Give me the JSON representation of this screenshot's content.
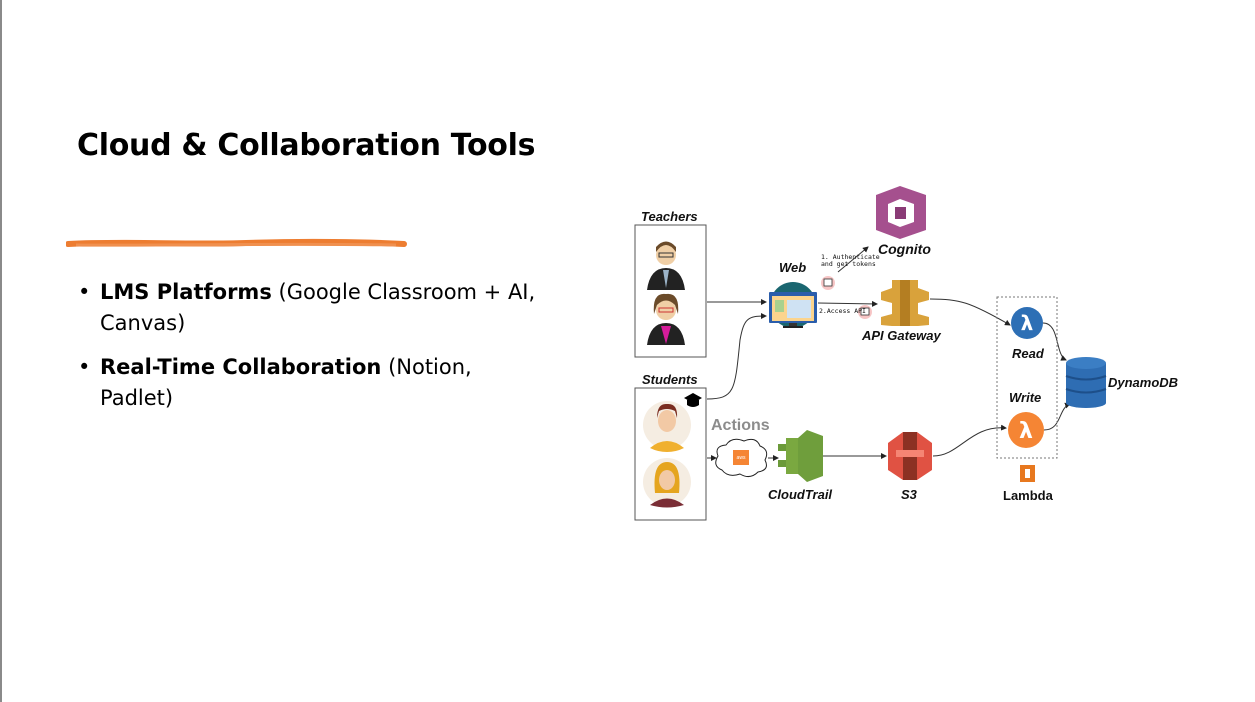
{
  "slide": {
    "title": "Cloud & Collaboration Tools",
    "accent_color": "#ed7d31",
    "bullets": [
      {
        "bold": "LMS Platforms",
        "rest": " (Google Classroom + AI, Canvas)"
      },
      {
        "bold": "Real-Time Collaboration",
        "rest": " (Notion, Padlet)"
      }
    ]
  },
  "diagram": {
    "teachers": "Teachers",
    "students": "Students",
    "web": "Web",
    "cognito": "Cognito",
    "auth_line1": "1. Authenticate",
    "auth_line2": "and get tokens",
    "access_api": "2.Access API",
    "api_gateway": "API Gateway",
    "read": "Read",
    "write": "Write",
    "lambda": "Lambda",
    "lambda_symbol": "λ",
    "dynamodb": "DynamoDB",
    "actions": "Actions",
    "aws": "aws",
    "cloudtrail": "CloudTrail",
    "s3": "S3"
  }
}
